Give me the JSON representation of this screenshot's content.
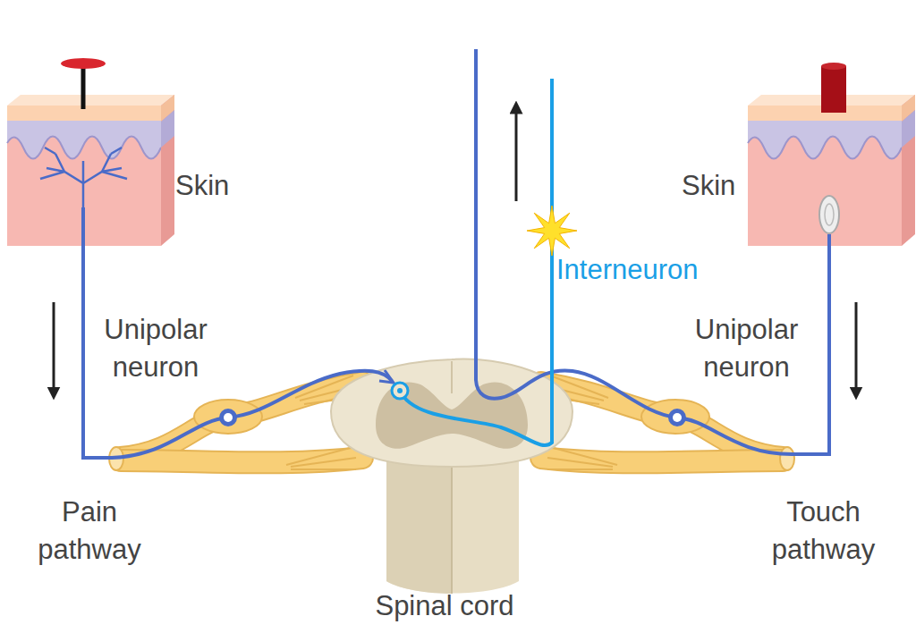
{
  "diagram": {
    "labels": [
      "Skin",
      "Skin",
      "Unipolar neuron",
      "Unipolar neuron",
      "Interneuron",
      "Pain pathway",
      "Touch pathway",
      "Spinal cord"
    ]
  }
}
